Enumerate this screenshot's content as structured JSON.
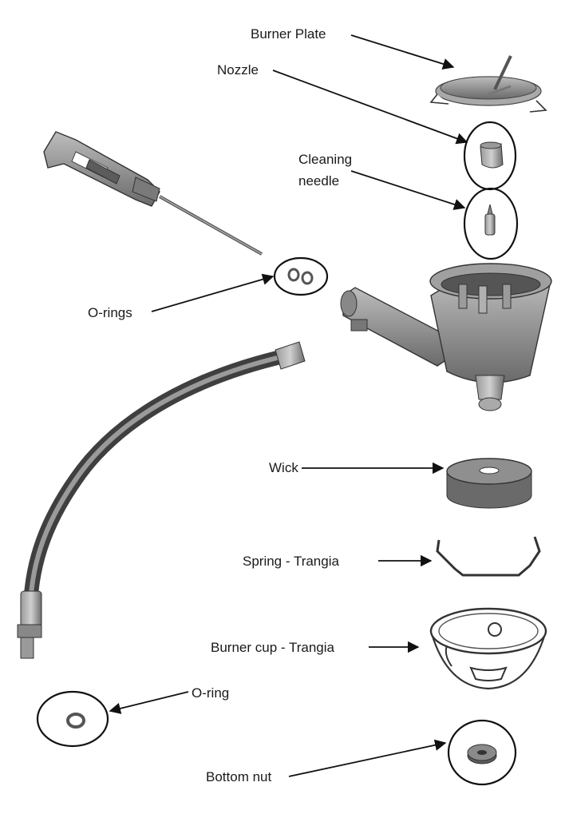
{
  "labels": {
    "burner_plate": "Burner Plate",
    "nozzle": "Nozzle",
    "cleaning_needle_line1": "Cleaning",
    "cleaning_needle_line2": "needle",
    "o_rings": "O-rings",
    "wick": "Wick",
    "spring": "Spring - Trangia",
    "burner_cup": "Burner cup - Trangia",
    "o_ring": "O-ring",
    "bottom_nut": "Bottom nut"
  },
  "icons": {
    "burner_plate": "burner-plate-icon",
    "nozzle": "nozzle-icon",
    "cleaning_needle": "cleaning-needle-icon",
    "o_rings": "o-rings-icon",
    "pump": "pump-icon",
    "burner": "burner-assembly-icon",
    "hose": "fuel-hose-icon",
    "wick": "wick-icon",
    "spring": "spring-icon",
    "burner_cup": "burner-cup-icon",
    "o_ring": "o-ring-icon",
    "bottom_nut": "bottom-nut-icon"
  }
}
